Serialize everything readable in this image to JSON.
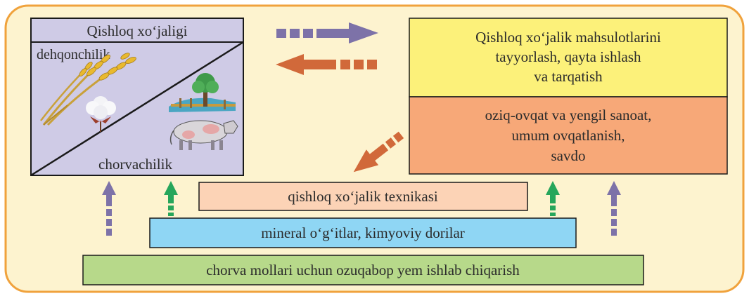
{
  "agriculture": {
    "title": "Qishloq xo‘jaligi",
    "crop_label": "dehqonchilik",
    "livestock_label": "chorvachilik"
  },
  "processing": {
    "lines": [
      "Qishloq xo‘jalik mahsulotlarini",
      "tayyorlash, qayta ishlash",
      "va tarqatish"
    ]
  },
  "industry": {
    "lines": [
      "oziq-ovqat va yengil sanoat,",
      "umum ovqatlanish,",
      "savdo"
    ]
  },
  "bars": {
    "machinery": "qishloq xo‘jalik texnikasi",
    "fertilizers": "mineral o‘g‘itlar, kimyoviy dorilar",
    "feed": "chorva mollari uchun ozuqabop yem ishlab chiqarish"
  },
  "colors": {
    "background": "#fdf3cf",
    "frame_border": "#f0a23c",
    "agri_box": "#cfcbe6",
    "processing_box": "#fcf17a",
    "industry_box": "#f7a878",
    "machinery_bar": "#fcd3b6",
    "fertilizer_bar": "#8fd6f4",
    "feed_bar": "#b7d98a",
    "arrow_purple": "#7d72a8",
    "arrow_orange": "#d1693a",
    "arrow_green": "#26a65b"
  },
  "icons": [
    "wheat-icon",
    "cotton-icon",
    "tree-icon",
    "cow-icon"
  ]
}
